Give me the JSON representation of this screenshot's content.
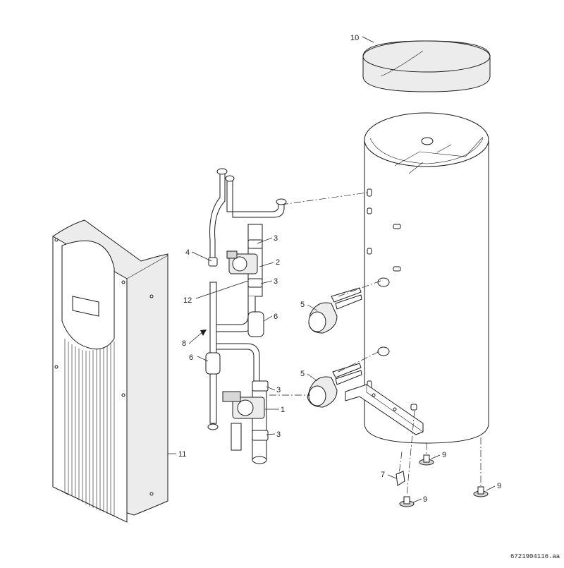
{
  "diagram": {
    "reference_code": "6721904116.aa",
    "callouts": [
      {
        "id": "c10",
        "label": "10"
      },
      {
        "id": "c3a",
        "label": "3"
      },
      {
        "id": "c4",
        "label": "4"
      },
      {
        "id": "c2",
        "label": "2"
      },
      {
        "id": "c3b",
        "label": "3"
      },
      {
        "id": "c12",
        "label": "12"
      },
      {
        "id": "c5a",
        "label": "5"
      },
      {
        "id": "c6a",
        "label": "6"
      },
      {
        "id": "c8",
        "label": "8"
      },
      {
        "id": "c6b",
        "label": "6"
      },
      {
        "id": "c5b",
        "label": "5"
      },
      {
        "id": "c3c",
        "label": "3"
      },
      {
        "id": "c1",
        "label": "1"
      },
      {
        "id": "c3d",
        "label": "3"
      },
      {
        "id": "c11",
        "label": "11"
      },
      {
        "id": "c9a",
        "label": "9"
      },
      {
        "id": "c7",
        "label": "7"
      },
      {
        "id": "c9b",
        "label": "9"
      },
      {
        "id": "c9c",
        "label": "9"
      }
    ]
  }
}
